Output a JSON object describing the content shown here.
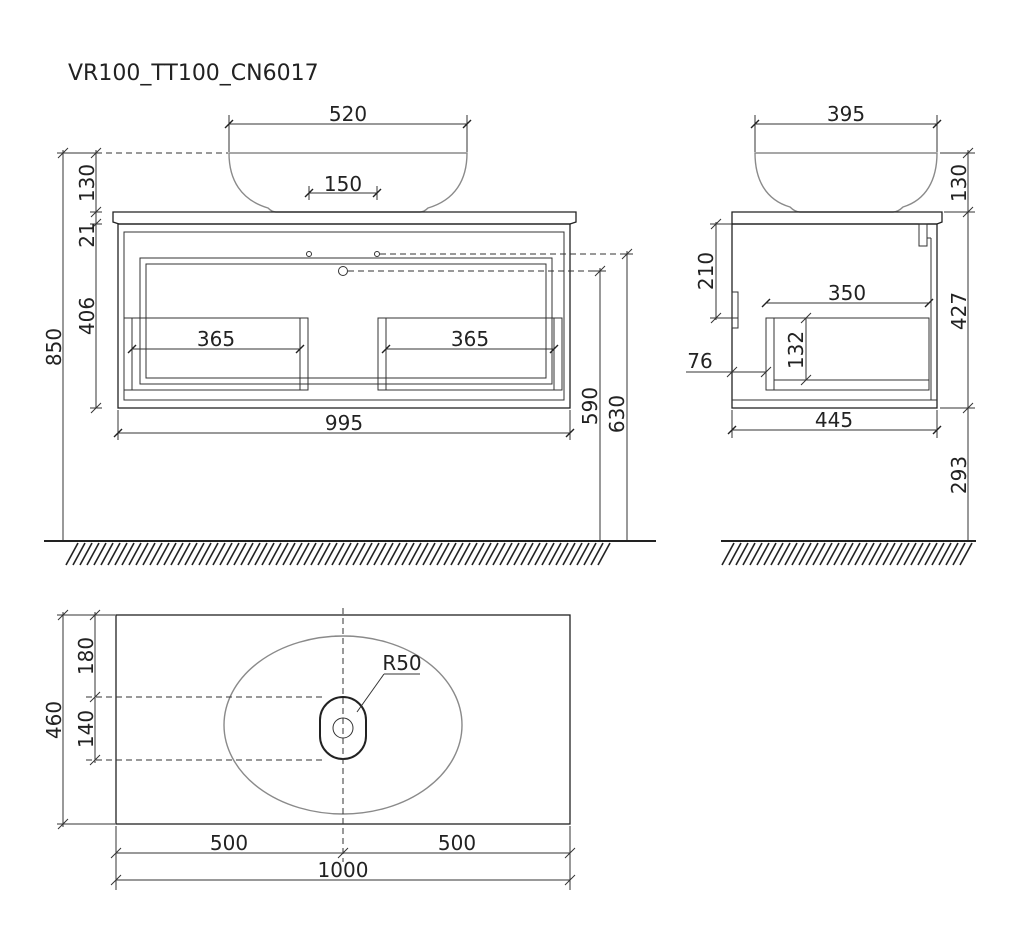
{
  "title": "VR100_TT100_CN6017",
  "front_view": {
    "basin_width": "520",
    "drain_spacing": "150",
    "basin_height": "130",
    "top_thickness": "21",
    "cabinet_height": "406",
    "total_height": "850",
    "left_drawer": "365",
    "right_drawer": "365",
    "cabinet_width": "995",
    "pipe_height_1": "590",
    "pipe_height_2": "630"
  },
  "side_view": {
    "basin_depth": "395",
    "basin_height": "130",
    "drawer_offset": "210",
    "drawer_depth": "350",
    "cabinet_height": "427",
    "drawer_height": "132",
    "bottom_offset": "76",
    "cabinet_depth": "445",
    "floor_clearance": "293"
  },
  "top_view": {
    "hole_radius": "R50",
    "offset_top": "180",
    "offset_mid": "140",
    "total_depth": "460",
    "half_left": "500",
    "half_right": "500",
    "total_width": "1000"
  }
}
